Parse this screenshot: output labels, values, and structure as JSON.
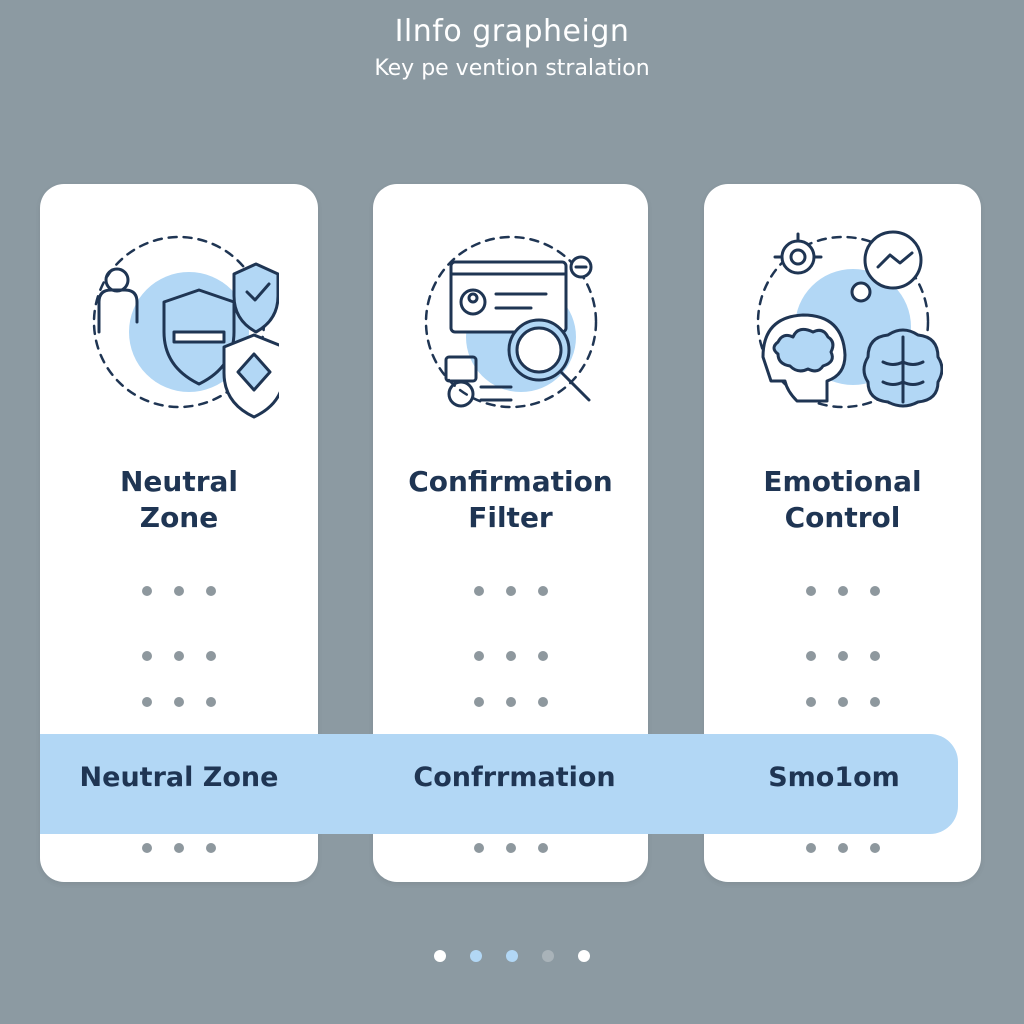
{
  "header": {
    "title": "Ilnfo graрheign",
    "subtitle": "Key pe vention stralation"
  },
  "cards": [
    {
      "title_line1": "Neutral",
      "title_line2": "Zone",
      "icon": "shield-security-icon"
    },
    {
      "title_line1": "Confirmation",
      "title_line2": "Filter",
      "icon": "magnifier-document-icon"
    },
    {
      "title_line1": "Emotional",
      "title_line2": "Control",
      "icon": "brain-head-icon"
    }
  ],
  "band": {
    "labels": [
      "Neutral Zone",
      "Confrrmation",
      "Smo1om"
    ]
  },
  "pager": {
    "dots": [
      {
        "color": "#ffffff"
      },
      {
        "color": "#b2d7f5"
      },
      {
        "color": "#b2d7f5"
      },
      {
        "color": "#a9b3b9"
      },
      {
        "color": "#ffffff"
      }
    ]
  },
  "colors": {
    "background": "#8c9aa2",
    "card": "#ffffff",
    "accent": "#b2d7f5",
    "ink": "#1f3553",
    "dots": "#8e989e"
  }
}
